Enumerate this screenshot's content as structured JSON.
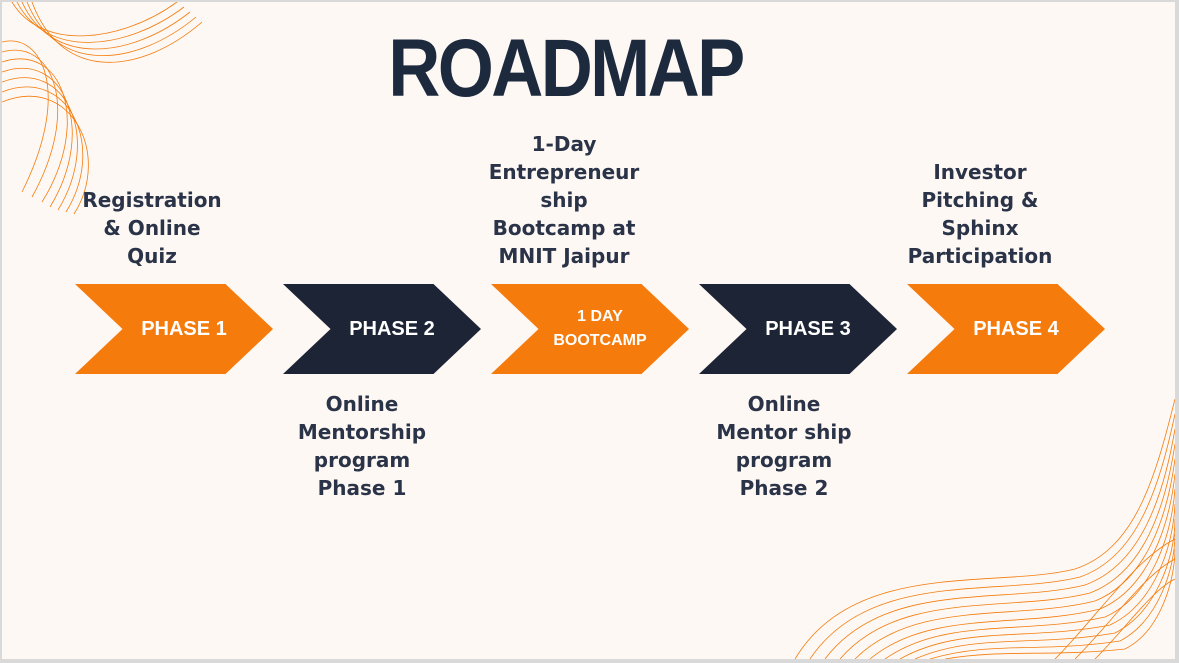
{
  "title": "ROADMAP",
  "colors": {
    "accent": "#f47b0c",
    "navy": "#1d2435",
    "background": "#fdf8f4",
    "text": "#2a3347"
  },
  "steps": [
    {
      "label": "PHASE 1",
      "color": "orange",
      "caption_above": "Registration\n& Online\nQuiz"
    },
    {
      "label": "PHASE 2",
      "color": "navy",
      "caption_below": "Online\nMentorship\nprogram\nPhase 1"
    },
    {
      "label": "1 DAY\nBOOTCAMP",
      "color": "orange",
      "caption_above": "1-Day\nEntrepreneur\nship\nBootcamp at\nMNIT Jaipur"
    },
    {
      "label": "PHASE 3",
      "color": "navy",
      "caption_below": "Online\nMentor ship\nprogram\nPhase 2"
    },
    {
      "label": "PHASE 4",
      "color": "orange",
      "caption_above": "Investor\nPitching &\nSphinx\nParticipation"
    }
  ]
}
